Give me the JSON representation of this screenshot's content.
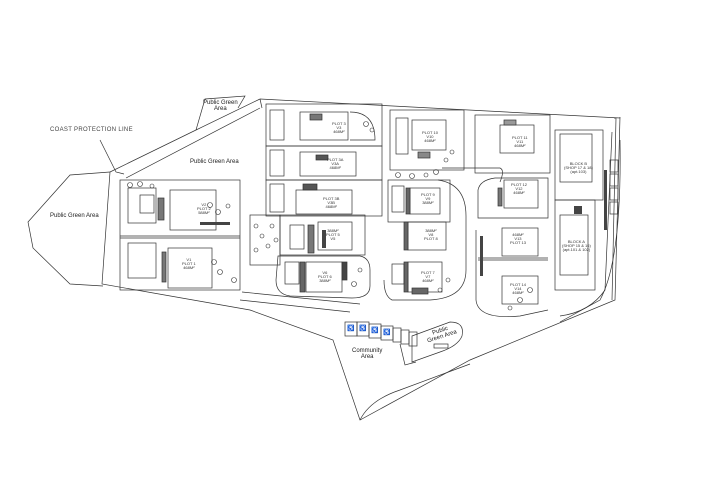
{
  "plan": {
    "annotations": {
      "coast_protection_line": "COAST PROTECTION LINE"
    },
    "areas": {
      "public_green_top": [
        "Public Green",
        "Area"
      ],
      "public_green_center": "Public Green Area",
      "public_green_left": "Public Green Area",
      "community": [
        "Community",
        "Area"
      ],
      "public_green_bottom": [
        "Public",
        "Green Area"
      ]
    },
    "plots": [
      {
        "id": "plot2",
        "lines": [
          "V2",
          "PLOT 2",
          "588M²"
        ]
      },
      {
        "id": "plot1",
        "lines": [
          "V1",
          "PLOT 1",
          "468M²"
        ]
      },
      {
        "id": "plot3",
        "lines": [
          "PLOT 3",
          "V3",
          "468M²"
        ]
      },
      {
        "id": "plot3a",
        "lines": [
          "PLOT 3A",
          "V3A",
          "468M²"
        ]
      },
      {
        "id": "plot3b",
        "lines": [
          "PLOT 3B",
          "V3B",
          "468M²"
        ]
      },
      {
        "id": "plot5",
        "lines": [
          "388M²",
          "PLOT 5",
          "V5"
        ]
      },
      {
        "id": "plot6",
        "lines": [
          "V6",
          "PLOT 6",
          "388M²"
        ]
      },
      {
        "id": "plot10",
        "lines": [
          "PLOT 10",
          "V10",
          "468M²"
        ]
      },
      {
        "id": "plot9",
        "lines": [
          "PLOT 9",
          "V9",
          "388M²"
        ]
      },
      {
        "id": "plot8",
        "lines": [
          "388M²",
          "V8",
          "PLOT 8"
        ]
      },
      {
        "id": "plot7",
        "lines": [
          "PLOT 7",
          "V7",
          "468M²"
        ]
      },
      {
        "id": "plot11",
        "lines": [
          "PLOT 11",
          "V11",
          "468M²"
        ]
      },
      {
        "id": "plot12",
        "lines": [
          "PLOT 12",
          "V12",
          "468M²"
        ]
      },
      {
        "id": "plot13",
        "lines": [
          "468M²",
          "V13",
          "PLOT 13"
        ]
      },
      {
        "id": "plot14",
        "lines": [
          "PLOT 14",
          "V14",
          "468M²"
        ]
      }
    ],
    "blocks": [
      {
        "id": "blockB",
        "lines": [
          "BLOCK B",
          "(SHOP 17 & 18)",
          "(apt.103)"
        ]
      },
      {
        "id": "blockA",
        "lines": [
          "BLOCK A",
          "(SHOP 15 & 16)",
          "(apt.101 & 102)"
        ]
      }
    ],
    "colors": {
      "line": "#333333",
      "background": "#ffffff",
      "fill_dark": "#555555",
      "fill_mid": "#9a9a9a"
    }
  }
}
